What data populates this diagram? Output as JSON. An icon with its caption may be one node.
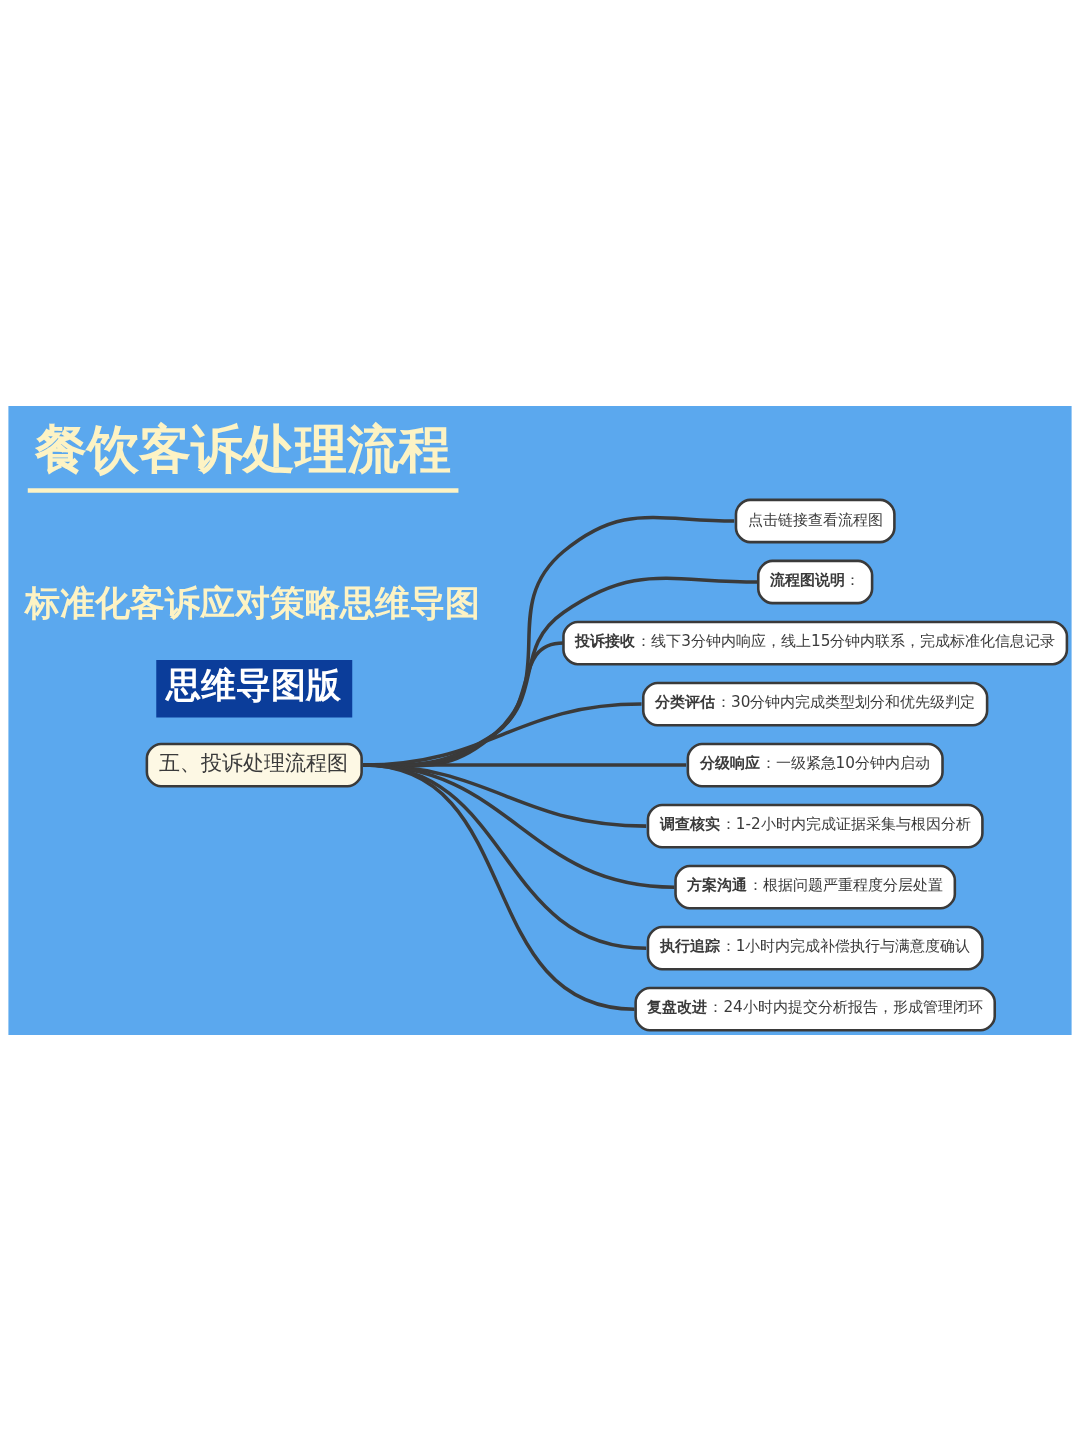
{
  "diagram": {
    "title": "餐饮客诉处理流程",
    "nodes": [
      {
        "text": [
          "五、投诉处理流程图"
        ]
      },
      {
        "text": [
          "点击链接查看流程图"
        ]
      },
      {
        "text": [
          "**流程图说明**："
        ]
      },
      {
        "text": [
          "**投诉接收**：线下3分钟内响应，线上15分钟内联系，完成标准化信息记录"
        ]
      },
      {
        "text": [
          "**分类评估**：30分钟内完成类型划分和优先级判定"
        ]
      },
      {
        "text": [
          "**分级响应**：一级紧急10分钟内启动"
        ]
      },
      {
        "text": [
          "**调查核实**：1-2小时内完成证据采集与根因分析"
        ]
      },
      {
        "text": [
          "**方案沟通**：根据问题严重程度分层处置"
        ]
      },
      {
        "text": [
          "**执行追踪**：1小时内完成补偿执行与满意度确认"
        ]
      },
      {
        "text": [
          "**复盘改进**：24小时内提交分析报告，形成管理闭环"
        ]
      }
    ],
    "edges": [
      {
        "from": 0,
        "to": 1,
        "arrow": "none"
      },
      {
        "from": 0,
        "to": 2,
        "arrow": "none"
      },
      {
        "from": 0,
        "to": 3,
        "arrow": "none"
      },
      {
        "from": 0,
        "to": 4,
        "arrow": "none"
      },
      {
        "from": 0,
        "to": 5,
        "arrow": "none"
      },
      {
        "from": 0,
        "to": 6,
        "arrow": "none"
      },
      {
        "from": 0,
        "to": 7,
        "arrow": "none"
      },
      {
        "from": 0,
        "to": 8,
        "arrow": "none"
      },
      {
        "from": 0,
        "to": 9,
        "arrow": "none"
      }
    ],
    "labels": [
      "标准化客诉应对策略思维导图",
      "思维导图版"
    ]
  }
}
